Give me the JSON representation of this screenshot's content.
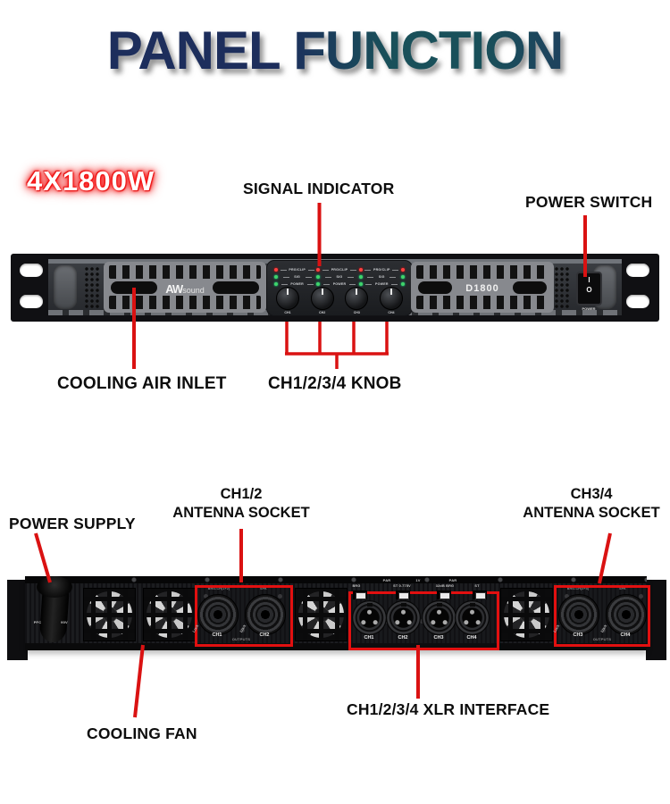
{
  "title": "PANEL FUNCTION",
  "badge": "4X1800W",
  "labels": {
    "signal_indicator": "SIGNAL INDICATOR",
    "power_switch": "POWER SWITCH",
    "cooling_air_inlet": "COOLING AIR INLET",
    "knob": "CH1/2/3/4 KNOB",
    "power_supply": "POWER SUPPLY",
    "ch12_line1": "CH1/2",
    "ch12_line2": "ANTENNA SOCKET",
    "ch34_line1": "CH3/4",
    "ch34_line2": "ANTENNA SOCKET",
    "xlr": "CH1/2/3/4 XLR INTERFACE",
    "cooling_fan": "COOLING FAN"
  },
  "front_panel": {
    "brand_main": "AW",
    "brand_sub": "sound",
    "model": "D1800",
    "led_labels": [
      "PRG/CLIP",
      "SIG",
      "POWER"
    ],
    "knobs": [
      "CH1",
      "CH2",
      "CH3",
      "CH4"
    ],
    "switch_on": "I",
    "switch_off": "O",
    "switch_label": "POWER"
  },
  "rear_panel": {
    "psu_left": "PFC",
    "psu_right": "90V",
    "top_switch_labels": [
      "PAR",
      "1V",
      "PAR"
    ],
    "mid_switch_labels": [
      "BRG",
      "ST 0.775V",
      "32dB BRG",
      "ST"
    ],
    "xlr_channels": [
      "CH1",
      "CH2",
      "CH3",
      "CH4"
    ],
    "speakon_left": {
      "top_a": "BRG-CH(1+2)",
      "top_b": "SPK",
      "ch_a": "CH1",
      "ch_b": "CH2",
      "outputs": "OUTPUTS",
      "lock": "Lock"
    },
    "speakon_right": {
      "top_a": "BRG-CH(3+4)",
      "top_b": "SPK",
      "ch_a": "CH3",
      "ch_b": "CH4",
      "outputs": "OUTPUTS",
      "lock": "Lock"
    }
  },
  "colors": {
    "callout_red": "#da1212",
    "title_navy": "#1d2e5c",
    "title_teal": "#19505a",
    "label_black": "#0d0d0d"
  }
}
